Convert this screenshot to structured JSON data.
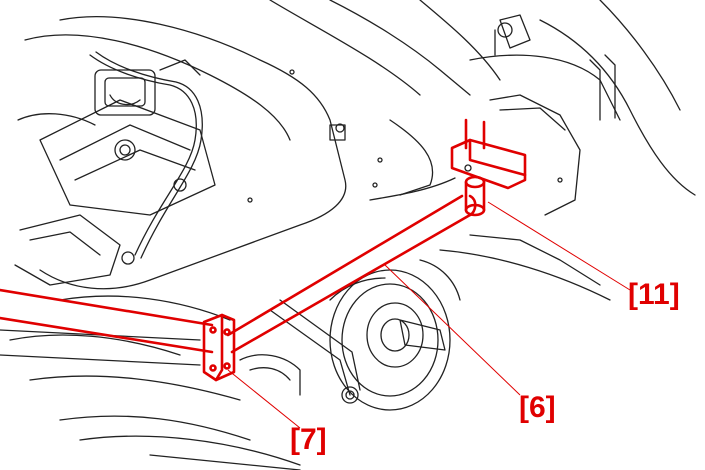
{
  "colors": {
    "ink": "#222222",
    "highlight": "#e00000",
    "background": "#ffffff"
  },
  "callouts": {
    "part_11": "[11]",
    "part_6": "[6]",
    "part_7": "[7]"
  }
}
